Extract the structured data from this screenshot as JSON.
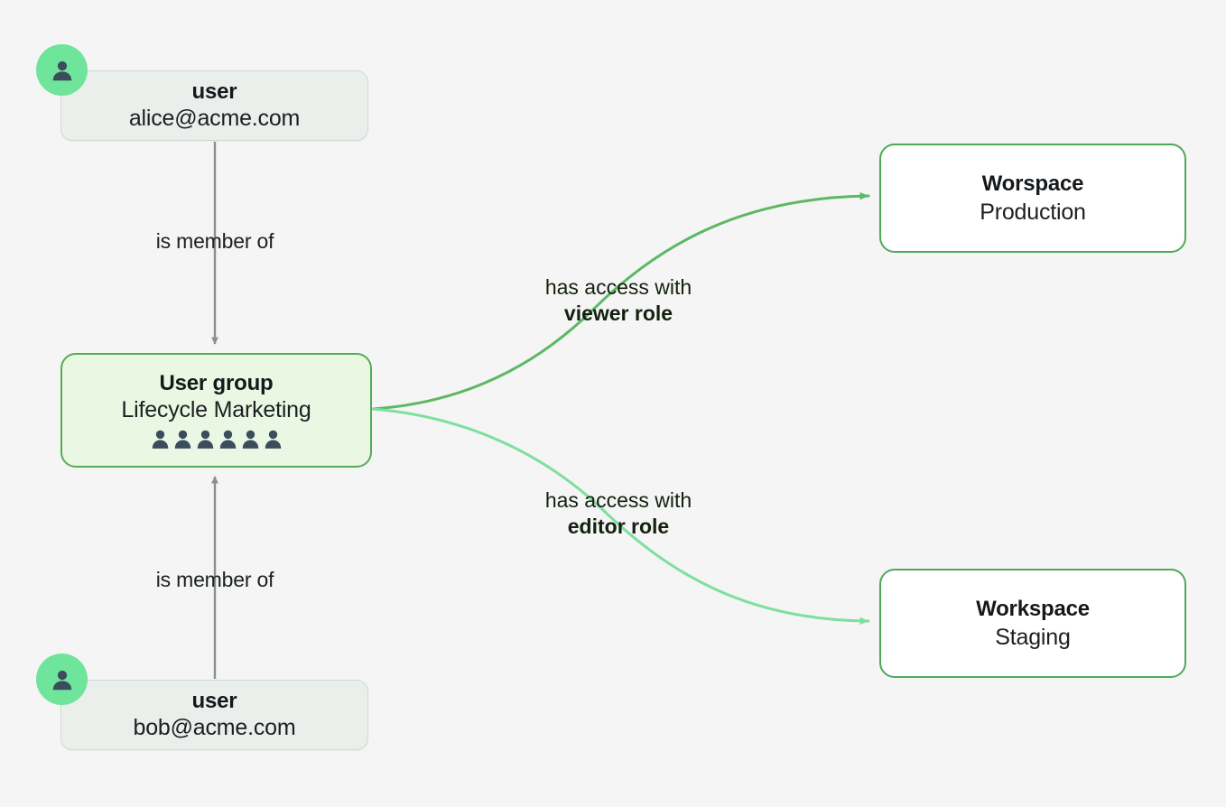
{
  "diagram": {
    "background_color": "#f4f5f4",
    "nodes": {
      "user_alice": {
        "type_label": "user",
        "name": "alice@acme.com",
        "icon": "user-avatar-icon",
        "fill_color": "#ebefec",
        "avatar_color": "#6fe49b"
      },
      "user_bob": {
        "type_label": "user",
        "name": "bob@acme.com",
        "icon": "user-avatar-icon",
        "fill_color": "#ebefec",
        "avatar_color": "#6fe49b"
      },
      "user_group": {
        "type_label": "User group",
        "name": "Lifecycle Marketing",
        "member_count": 6,
        "fill_color": "#eaf7e2",
        "border_color": "#56ac56",
        "member_icon": "person-icon"
      },
      "workspace_production": {
        "type_label": "Worspace",
        "name": "Production",
        "fill_color": "#ffffff",
        "border_color": "#4fa85a"
      },
      "workspace_staging": {
        "type_label": "Workspace",
        "name": "Staging",
        "fill_color": "#ffffff",
        "border_color": "#4fa85a"
      }
    },
    "edges": {
      "alice_member": {
        "label": "is member of",
        "color": "#8b8f91",
        "direction": "down"
      },
      "bob_member": {
        "label": "is member of",
        "color": "#8b8f91",
        "direction": "up"
      },
      "group_production": {
        "label_line1": "has access with",
        "label_line2": "viewer role",
        "color": "#5cb863"
      },
      "group_staging": {
        "label_line1": "has access with",
        "label_line2": "editor role",
        "color": "#7fdf9f"
      }
    }
  }
}
